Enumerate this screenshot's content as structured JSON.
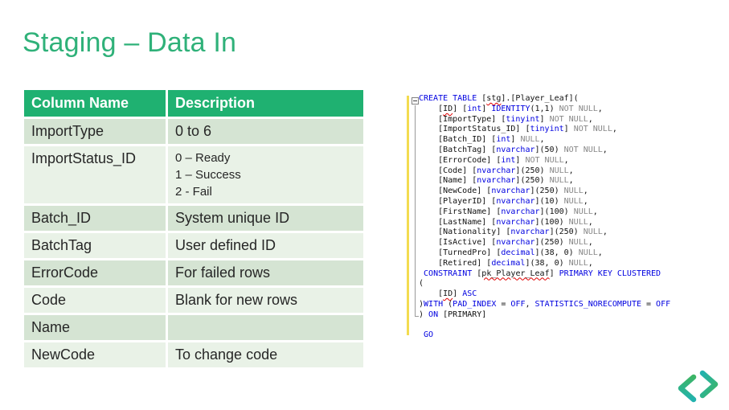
{
  "slide": {
    "title": "Staging – Data In"
  },
  "table": {
    "headers": [
      "Column Name",
      "Description"
    ],
    "rows": [
      {
        "name": "ImportType",
        "description": "0 to 6"
      },
      {
        "name": "ImportStatus_ID",
        "description": [
          "0 – Ready",
          "1 – Success",
          "2 - Fail"
        ]
      },
      {
        "name": "Batch_ID",
        "description": "System unique ID"
      },
      {
        "name": "BatchTag",
        "description": "User defined ID"
      },
      {
        "name": "ErrorCode",
        "description": "For failed rows"
      },
      {
        "name": "Code",
        "description": "Blank for new rows"
      },
      {
        "name": "Name",
        "description": ""
      },
      {
        "name": "NewCode",
        "description": "To change code"
      }
    ]
  },
  "code": {
    "language": "sql",
    "lines": [
      [
        [
          "k",
          "CREATE TABLE"
        ],
        [
          "n",
          " ["
        ],
        [
          "e",
          "stg"
        ],
        [
          "n",
          "].[Player_Leaf]("
        ]
      ],
      [
        [
          "n",
          "    ["
        ],
        [
          "e",
          "ID"
        ],
        [
          "n",
          "] ["
        ],
        [
          "t",
          "int"
        ],
        [
          "n",
          "] "
        ],
        [
          "k",
          "IDENTITY"
        ],
        [
          "n",
          "(1,1) "
        ],
        [
          "g",
          "NOT NULL"
        ],
        [
          "n",
          ","
        ]
      ],
      [
        [
          "n",
          "    [ImportType] ["
        ],
        [
          "t",
          "tinyint"
        ],
        [
          "n",
          "] "
        ],
        [
          "g",
          "NOT NULL"
        ],
        [
          "n",
          ","
        ]
      ],
      [
        [
          "n",
          "    [ImportStatus_ID] ["
        ],
        [
          "t",
          "tinyint"
        ],
        [
          "n",
          "] "
        ],
        [
          "g",
          "NOT NULL"
        ],
        [
          "n",
          ","
        ]
      ],
      [
        [
          "n",
          "    [Batch_ID] ["
        ],
        [
          "t",
          "int"
        ],
        [
          "n",
          "] "
        ],
        [
          "g",
          "NULL"
        ],
        [
          "n",
          ","
        ]
      ],
      [
        [
          "n",
          "    [BatchTag] ["
        ],
        [
          "t",
          "nvarchar"
        ],
        [
          "n",
          "](50) "
        ],
        [
          "g",
          "NOT NULL"
        ],
        [
          "n",
          ","
        ]
      ],
      [
        [
          "n",
          "    [ErrorCode] ["
        ],
        [
          "t",
          "int"
        ],
        [
          "n",
          "] "
        ],
        [
          "g",
          "NOT NULL"
        ],
        [
          "n",
          ","
        ]
      ],
      [
        [
          "n",
          "    [Code] ["
        ],
        [
          "t",
          "nvarchar"
        ],
        [
          "n",
          "](250) "
        ],
        [
          "g",
          "NULL"
        ],
        [
          "n",
          ","
        ]
      ],
      [
        [
          "n",
          "    [Name] ["
        ],
        [
          "t",
          "nvarchar"
        ],
        [
          "n",
          "](250) "
        ],
        [
          "g",
          "NULL"
        ],
        [
          "n",
          ","
        ]
      ],
      [
        [
          "n",
          "    [NewCode] ["
        ],
        [
          "t",
          "nvarchar"
        ],
        [
          "n",
          "](250) "
        ],
        [
          "g",
          "NULL"
        ],
        [
          "n",
          ","
        ]
      ],
      [
        [
          "n",
          "    [PlayerID] ["
        ],
        [
          "t",
          "nvarchar"
        ],
        [
          "n",
          "](10) "
        ],
        [
          "g",
          "NULL"
        ],
        [
          "n",
          ","
        ]
      ],
      [
        [
          "n",
          "    [FirstName] ["
        ],
        [
          "t",
          "nvarchar"
        ],
        [
          "n",
          "](100) "
        ],
        [
          "g",
          "NULL"
        ],
        [
          "n",
          ","
        ]
      ],
      [
        [
          "n",
          "    [LastName] ["
        ],
        [
          "t",
          "nvarchar"
        ],
        [
          "n",
          "](100) "
        ],
        [
          "g",
          "NULL"
        ],
        [
          "n",
          ","
        ]
      ],
      [
        [
          "n",
          "    [Nationality] ["
        ],
        [
          "t",
          "nvarchar"
        ],
        [
          "n",
          "](250) "
        ],
        [
          "g",
          "NULL"
        ],
        [
          "n",
          ","
        ]
      ],
      [
        [
          "n",
          "    [IsActive] ["
        ],
        [
          "t",
          "nvarchar"
        ],
        [
          "n",
          "](250) "
        ],
        [
          "g",
          "NULL"
        ],
        [
          "n",
          ","
        ]
      ],
      [
        [
          "n",
          "    [TurnedPro] ["
        ],
        [
          "t",
          "decimal"
        ],
        [
          "n",
          "](38, 0) "
        ],
        [
          "g",
          "NULL"
        ],
        [
          "n",
          ","
        ]
      ],
      [
        [
          "n",
          "    [Retired] ["
        ],
        [
          "t",
          "decimal"
        ],
        [
          "n",
          "](38, 0) "
        ],
        [
          "g",
          "NULL"
        ],
        [
          "n",
          ","
        ]
      ],
      [
        [
          "n",
          " "
        ],
        [
          "k",
          "CONSTRAINT"
        ],
        [
          "n",
          " ["
        ],
        [
          "e",
          "pk_Player_Leaf"
        ],
        [
          "n",
          "] "
        ],
        [
          "k",
          "PRIMARY KEY CLUSTERED"
        ]
      ],
      [
        [
          "n",
          "("
        ]
      ],
      [
        [
          "n",
          "    ["
        ],
        [
          "e",
          "ID"
        ],
        [
          "n",
          "] "
        ],
        [
          "k",
          "ASC"
        ]
      ],
      [
        [
          "n",
          ")"
        ],
        [
          "k",
          "WITH"
        ],
        [
          "n",
          " ("
        ],
        [
          "k",
          "PAD_INDEX"
        ],
        [
          "n",
          " = "
        ],
        [
          "k",
          "OFF"
        ],
        [
          "n",
          ", "
        ],
        [
          "k",
          "STATISTICS_NORECOMPUTE"
        ],
        [
          "n",
          " = "
        ],
        [
          "k",
          "OFF"
        ]
      ],
      [
        [
          "n",
          ") "
        ],
        [
          "k",
          "ON"
        ],
        [
          "n",
          " [PRIMARY]"
        ]
      ],
      [],
      [
        [
          "n",
          " "
        ],
        [
          "k",
          "GO"
        ]
      ]
    ]
  },
  "icons": {
    "collapse_box": "minus-collapse-icon",
    "logo_left": "chevron-left-icon",
    "logo_right": "chevron-right-icon"
  },
  "colors": {
    "title": "#2FB179",
    "table_header": "#1FB171",
    "row_dark": "#d5e4d3",
    "row_light": "#e9f2e7",
    "code_keyword": "#0000e0",
    "code_gray": "#878787",
    "code_error_underline": "#e00000",
    "change_bar": "#F3DC50",
    "logo_teal": "#22b2ae",
    "logo_green": "#3db566"
  }
}
